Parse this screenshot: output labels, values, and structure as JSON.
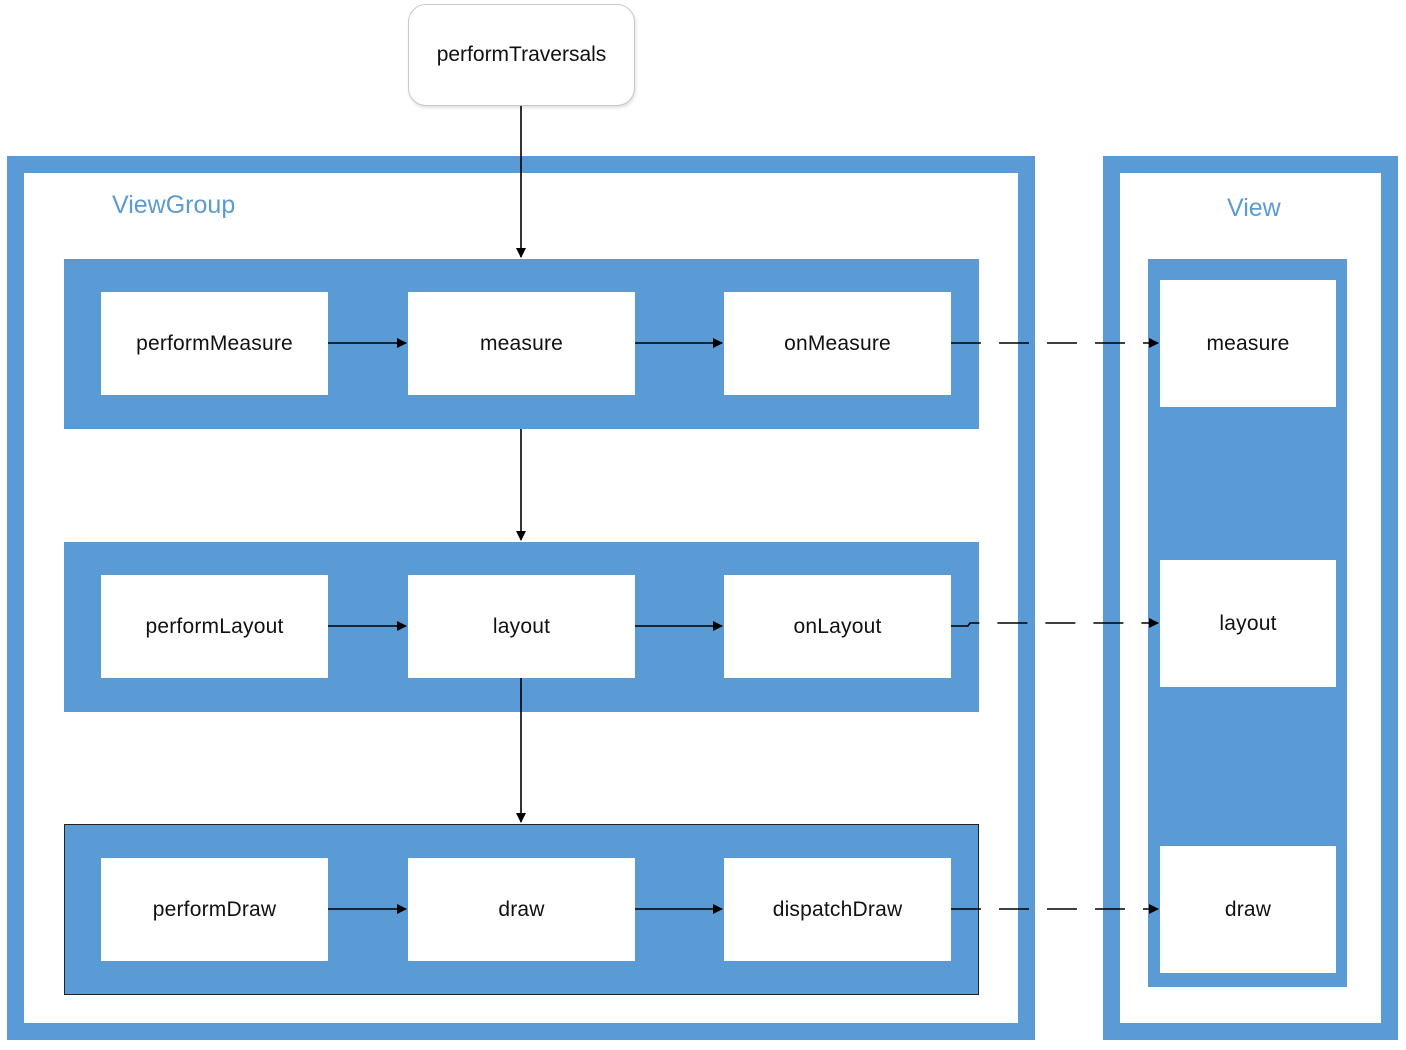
{
  "root": {
    "label": "performTraversals"
  },
  "view_group": {
    "title": "ViewGroup",
    "measure_row": {
      "nodes": [
        "performMeasure",
        "measure",
        "onMeasure"
      ]
    },
    "layout_row": {
      "nodes": [
        "performLayout",
        "layout",
        "onLayout"
      ]
    },
    "draw_row": {
      "nodes": [
        "performDraw",
        "draw",
        "dispatchDraw"
      ]
    }
  },
  "view": {
    "title": "View",
    "nodes": [
      "measure",
      "layout",
      "draw"
    ]
  },
  "colors": {
    "accent": "#5b9bd5",
    "text": "#111111",
    "line": "#000000"
  }
}
